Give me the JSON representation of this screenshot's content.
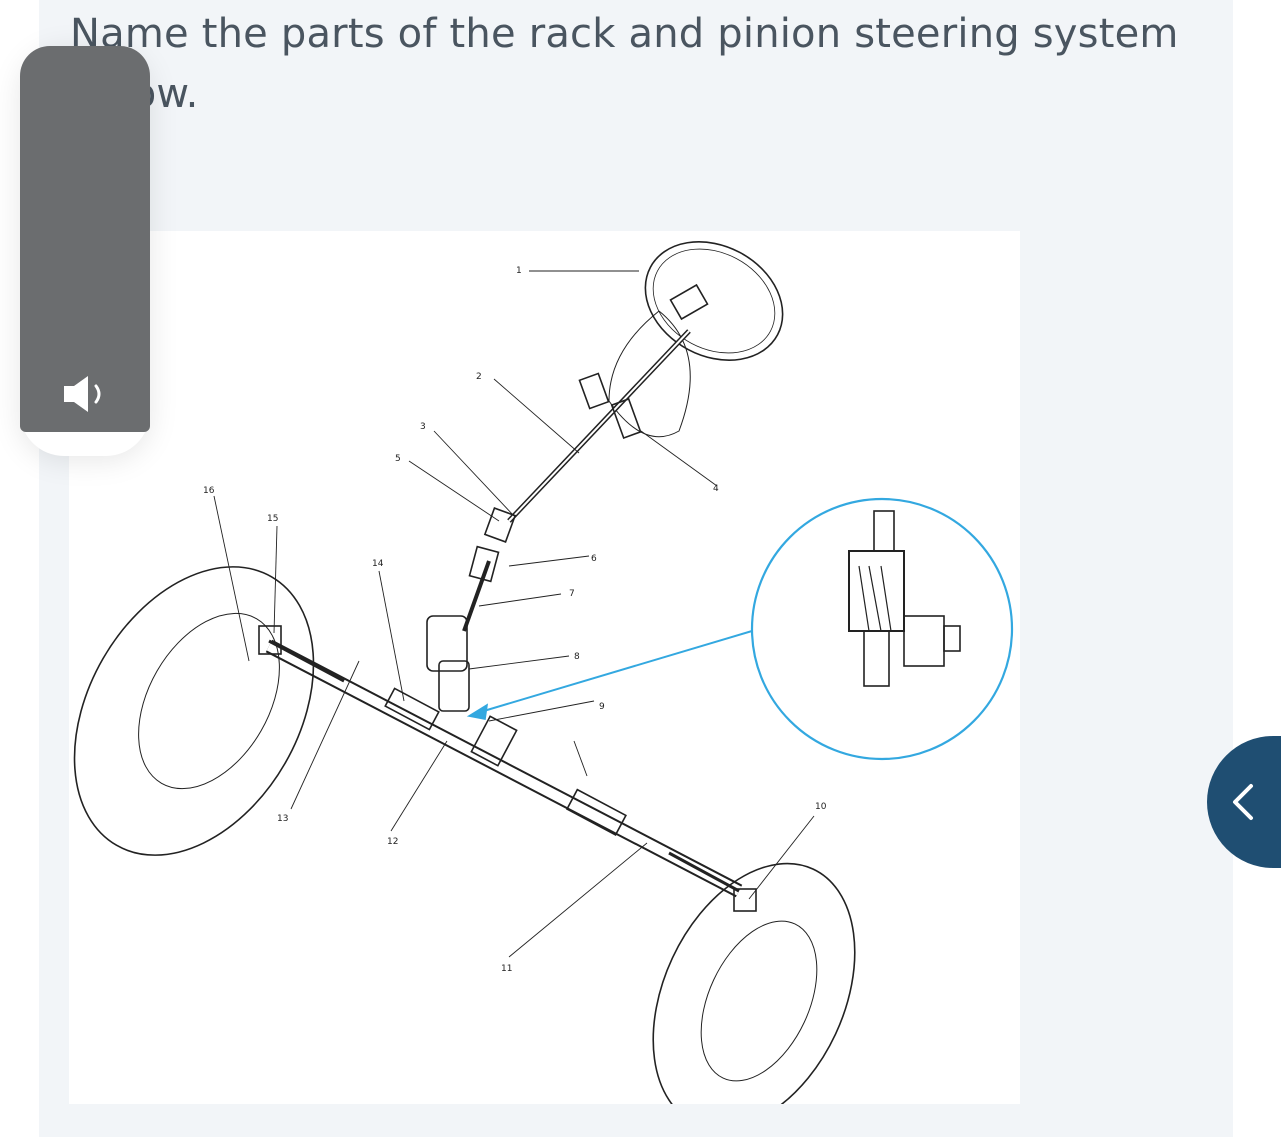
{
  "question": {
    "text": "Name the parts of the rack and pinion steering system below."
  },
  "figure": {
    "callout_numbers": [
      "1",
      "2",
      "3",
      "4",
      "5",
      "6",
      "7",
      "8",
      "9",
      "10",
      "11",
      "12",
      "13",
      "14",
      "15",
      "16"
    ],
    "accent_color": "#33a8e0"
  },
  "controls": {
    "audio_icon": "speaker-icon",
    "collapse_icon": "chevron-left-icon",
    "collapse_color": "#1f4e72",
    "audio_panel_color": "#6b6d6f"
  }
}
